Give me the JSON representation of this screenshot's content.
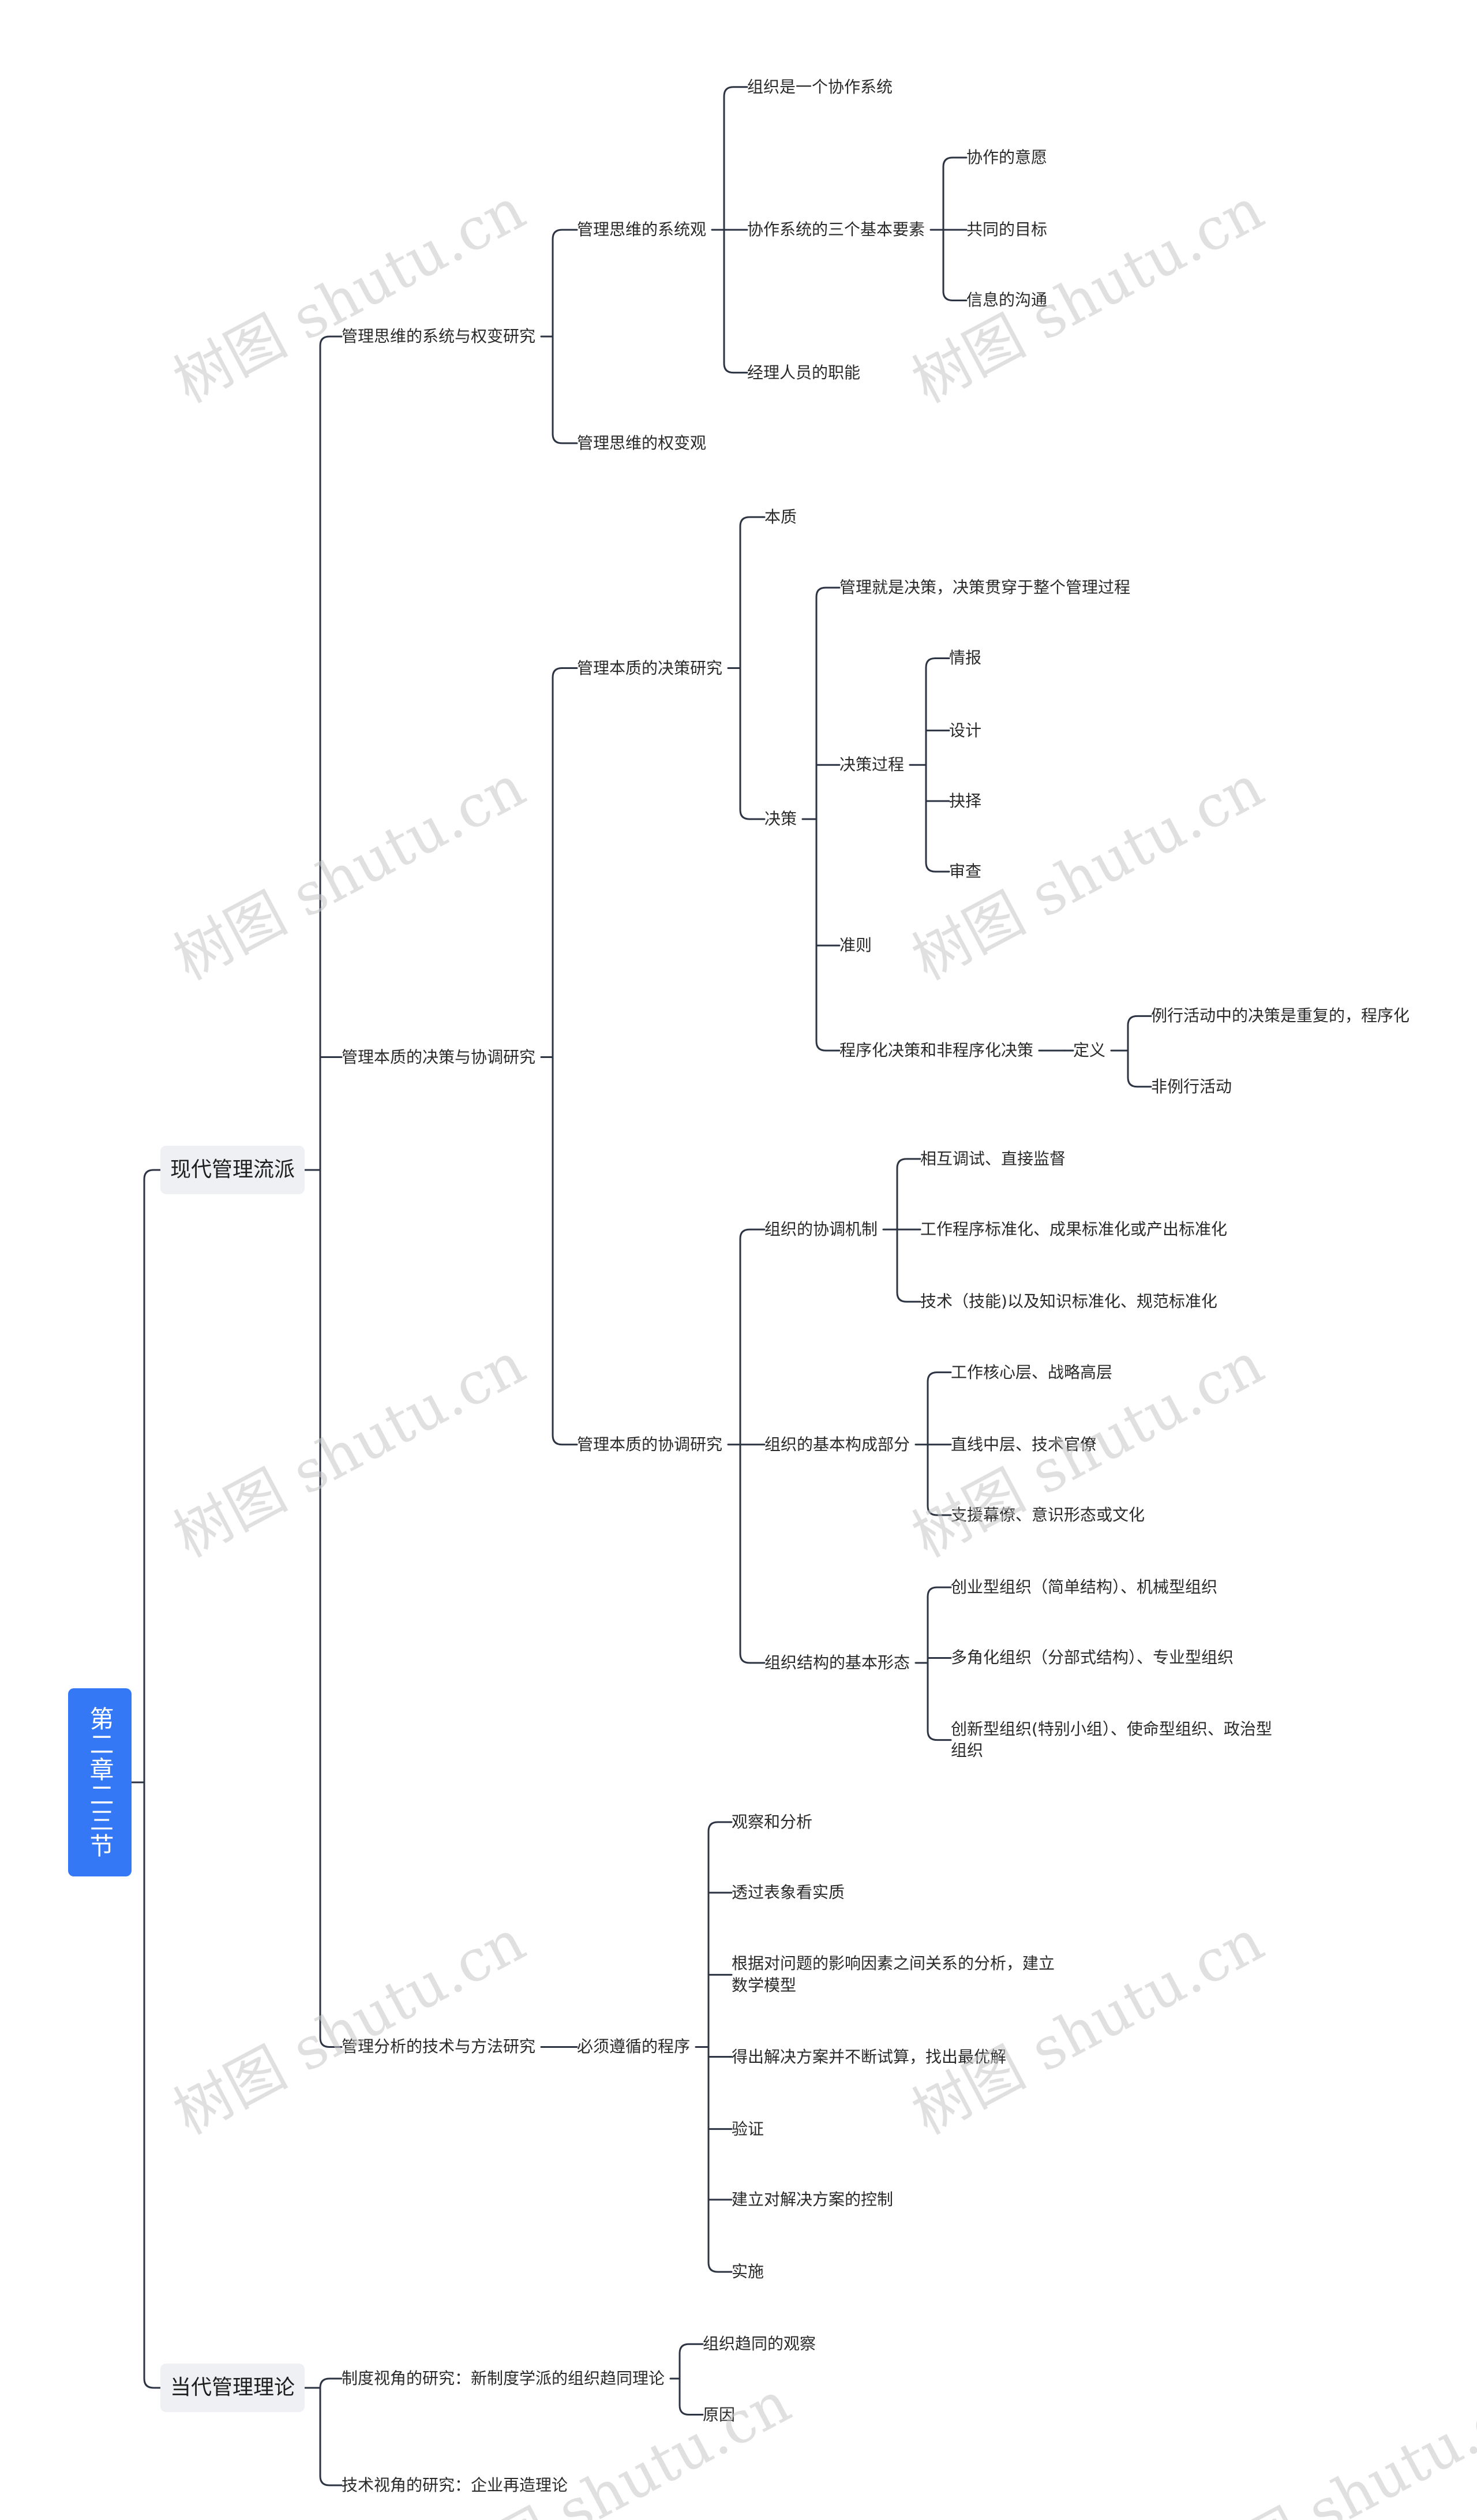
{
  "watermark": {
    "text": "树图 shutu.cn"
  },
  "mindmap": {
    "root": "第二章二三节",
    "branches": [
      {
        "label": "现代管理流派",
        "children": [
          {
            "label": "管理思维的系统与权变研究",
            "children": [
              {
                "label": "管理思维的系统观",
                "children": [
                  {
                    "label": "组织是一个协作系统"
                  },
                  {
                    "label": "协作系统的三个基本要素",
                    "children": [
                      {
                        "label": "协作的意愿"
                      },
                      {
                        "label": "共同的目标"
                      },
                      {
                        "label": "信息的沟通"
                      }
                    ]
                  },
                  {
                    "label": "经理人员的职能"
                  }
                ]
              },
              {
                "label": "管理思维的权变观"
              }
            ]
          },
          {
            "label": "管理本质的决策与协调研究",
            "children": [
              {
                "label": "管理本质的决策研究",
                "children": [
                  {
                    "label": "本质"
                  },
                  {
                    "label": "决策",
                    "children": [
                      {
                        "label": "管理就是决策，决策贯穿于整个管理过程"
                      },
                      {
                        "label": "决策过程",
                        "children": [
                          {
                            "label": "情报"
                          },
                          {
                            "label": "设计"
                          },
                          {
                            "label": "抉择"
                          },
                          {
                            "label": "审查"
                          }
                        ]
                      },
                      {
                        "label": "准则"
                      },
                      {
                        "label": "程序化决策和非程序化决策",
                        "children": [
                          {
                            "label": "定义",
                            "children": [
                              {
                                "label": "例行活动中的决策是重复的，程序化"
                              },
                              {
                                "label": "非例行活动"
                              }
                            ]
                          }
                        ]
                      }
                    ]
                  }
                ]
              },
              {
                "label": "管理本质的协调研究",
                "children": [
                  {
                    "label": "组织的协调机制",
                    "children": [
                      {
                        "label": "相互调试、直接监督"
                      },
                      {
                        "label": "工作程序标准化、成果标准化或产出标准化"
                      },
                      {
                        "label": "技术（技能)以及知识标准化、规范标准化"
                      }
                    ]
                  },
                  {
                    "label": "组织的基本构成部分",
                    "children": [
                      {
                        "label": "工作核心层、战略高层"
                      },
                      {
                        "label": "直线中层、技术官僚"
                      },
                      {
                        "label": "支援幕僚、意识形态或文化"
                      }
                    ]
                  },
                  {
                    "label": "组织结构的基本形态",
                    "children": [
                      {
                        "label": "创业型组织（简单结构）、机械型组织"
                      },
                      {
                        "label": "多角化组织（分部式结构）、专业型组织"
                      },
                      {
                        "label": "创新型组织(特别小组）、使命型组织、政治型组织"
                      }
                    ]
                  }
                ]
              }
            ]
          },
          {
            "label": "管理分析的技术与方法研究",
            "children": [
              {
                "label": "必须遵循的程序",
                "children": [
                  {
                    "label": "观察和分析"
                  },
                  {
                    "label": "透过表象看实质"
                  },
                  {
                    "label": "根据对问题的影响因素之间关系的分析，建立数学模型"
                  },
                  {
                    "label": "得出解决方案并不断试算，找出最优解"
                  },
                  {
                    "label": "验证"
                  },
                  {
                    "label": "建立对解决方案的控制"
                  },
                  {
                    "label": "实施"
                  }
                ]
              }
            ]
          }
        ]
      },
      {
        "label": "当代管理理论",
        "children": [
          {
            "label": "制度视角的研究：新制度学派的组织趋同理论",
            "children": [
              {
                "label": "组织趋同的观察"
              },
              {
                "label": "原因"
              }
            ]
          },
          {
            "label": "技术视角的研究：企业再造理论"
          }
        ]
      }
    ]
  },
  "colors": {
    "root_fill": "#3478f6",
    "branch_fill": "#eef0f3",
    "line": "#2c3342",
    "watermark": "#c8c8c8"
  }
}
